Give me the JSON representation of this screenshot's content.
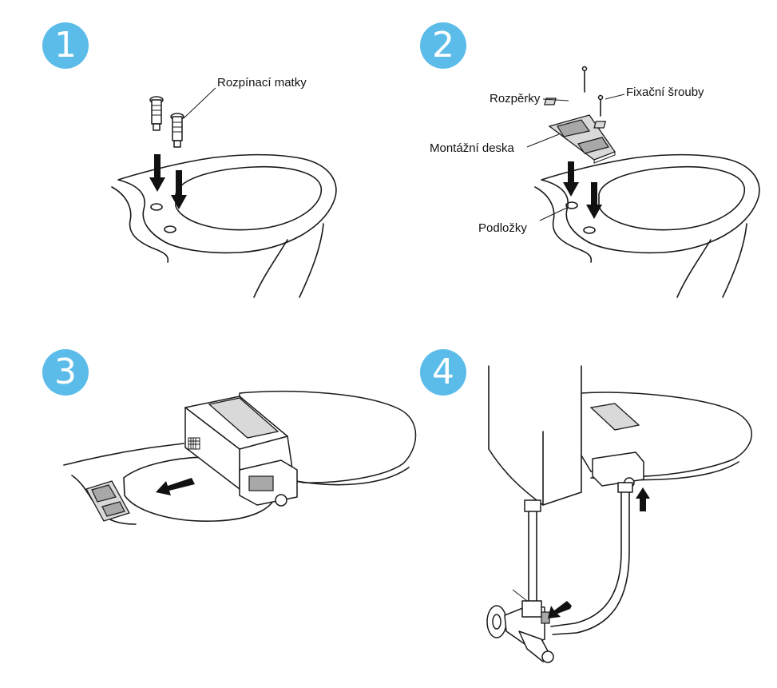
{
  "steps": [
    {
      "number": "1",
      "labels": {
        "expansion_nuts": "Rozpínací matky"
      }
    },
    {
      "number": "2",
      "labels": {
        "spacers": "Rozpěrky",
        "fixing_screws": "Fixační šrouby",
        "mounting_plate": "Montážní deska",
        "washers": "Podložky"
      }
    },
    {
      "number": "3",
      "labels": {}
    },
    {
      "number": "4",
      "labels": {}
    }
  ],
  "colors": {
    "badge": "#5bbcea",
    "ink": "#1a1a1a",
    "background": "#ffffff"
  }
}
